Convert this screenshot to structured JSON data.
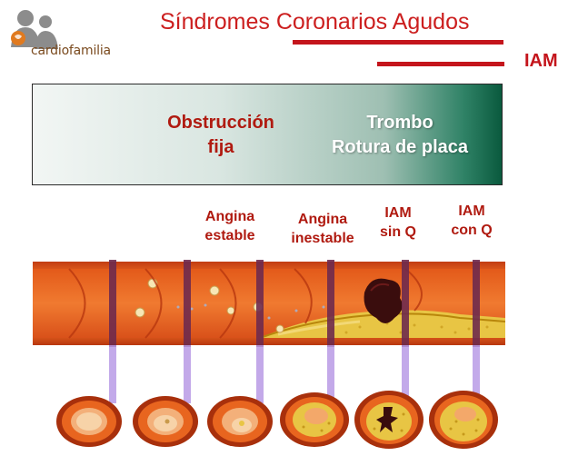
{
  "logo": {
    "text": "cardiofamilia",
    "icon": "family-silhouette-icon"
  },
  "header": {
    "title": "Síndromes Coronarios Agudos",
    "iam": "IAM"
  },
  "banner": {
    "left_line1": "Obstrucción",
    "left_line2": "fija",
    "right_line1": "Trombo",
    "right_line2": "Rotura de placa"
  },
  "stages": [
    {
      "line1": "Angina",
      "line2": "estable"
    },
    {
      "line1": "Angina",
      "line2": "inestable"
    },
    {
      "line1": "IAM",
      "line2": "sin Q"
    },
    {
      "line1": "IAM",
      "line2": "con Q"
    }
  ],
  "colors": {
    "title": "#cc1f1f",
    "accent_red": "#c4151c",
    "label_red": "#b01a10",
    "banner_dark_green": "#0a5a3e",
    "artery_orange": "#e8651f",
    "plaque_yellow": "#e8c544",
    "divider_purple": "#8a5cc9"
  }
}
